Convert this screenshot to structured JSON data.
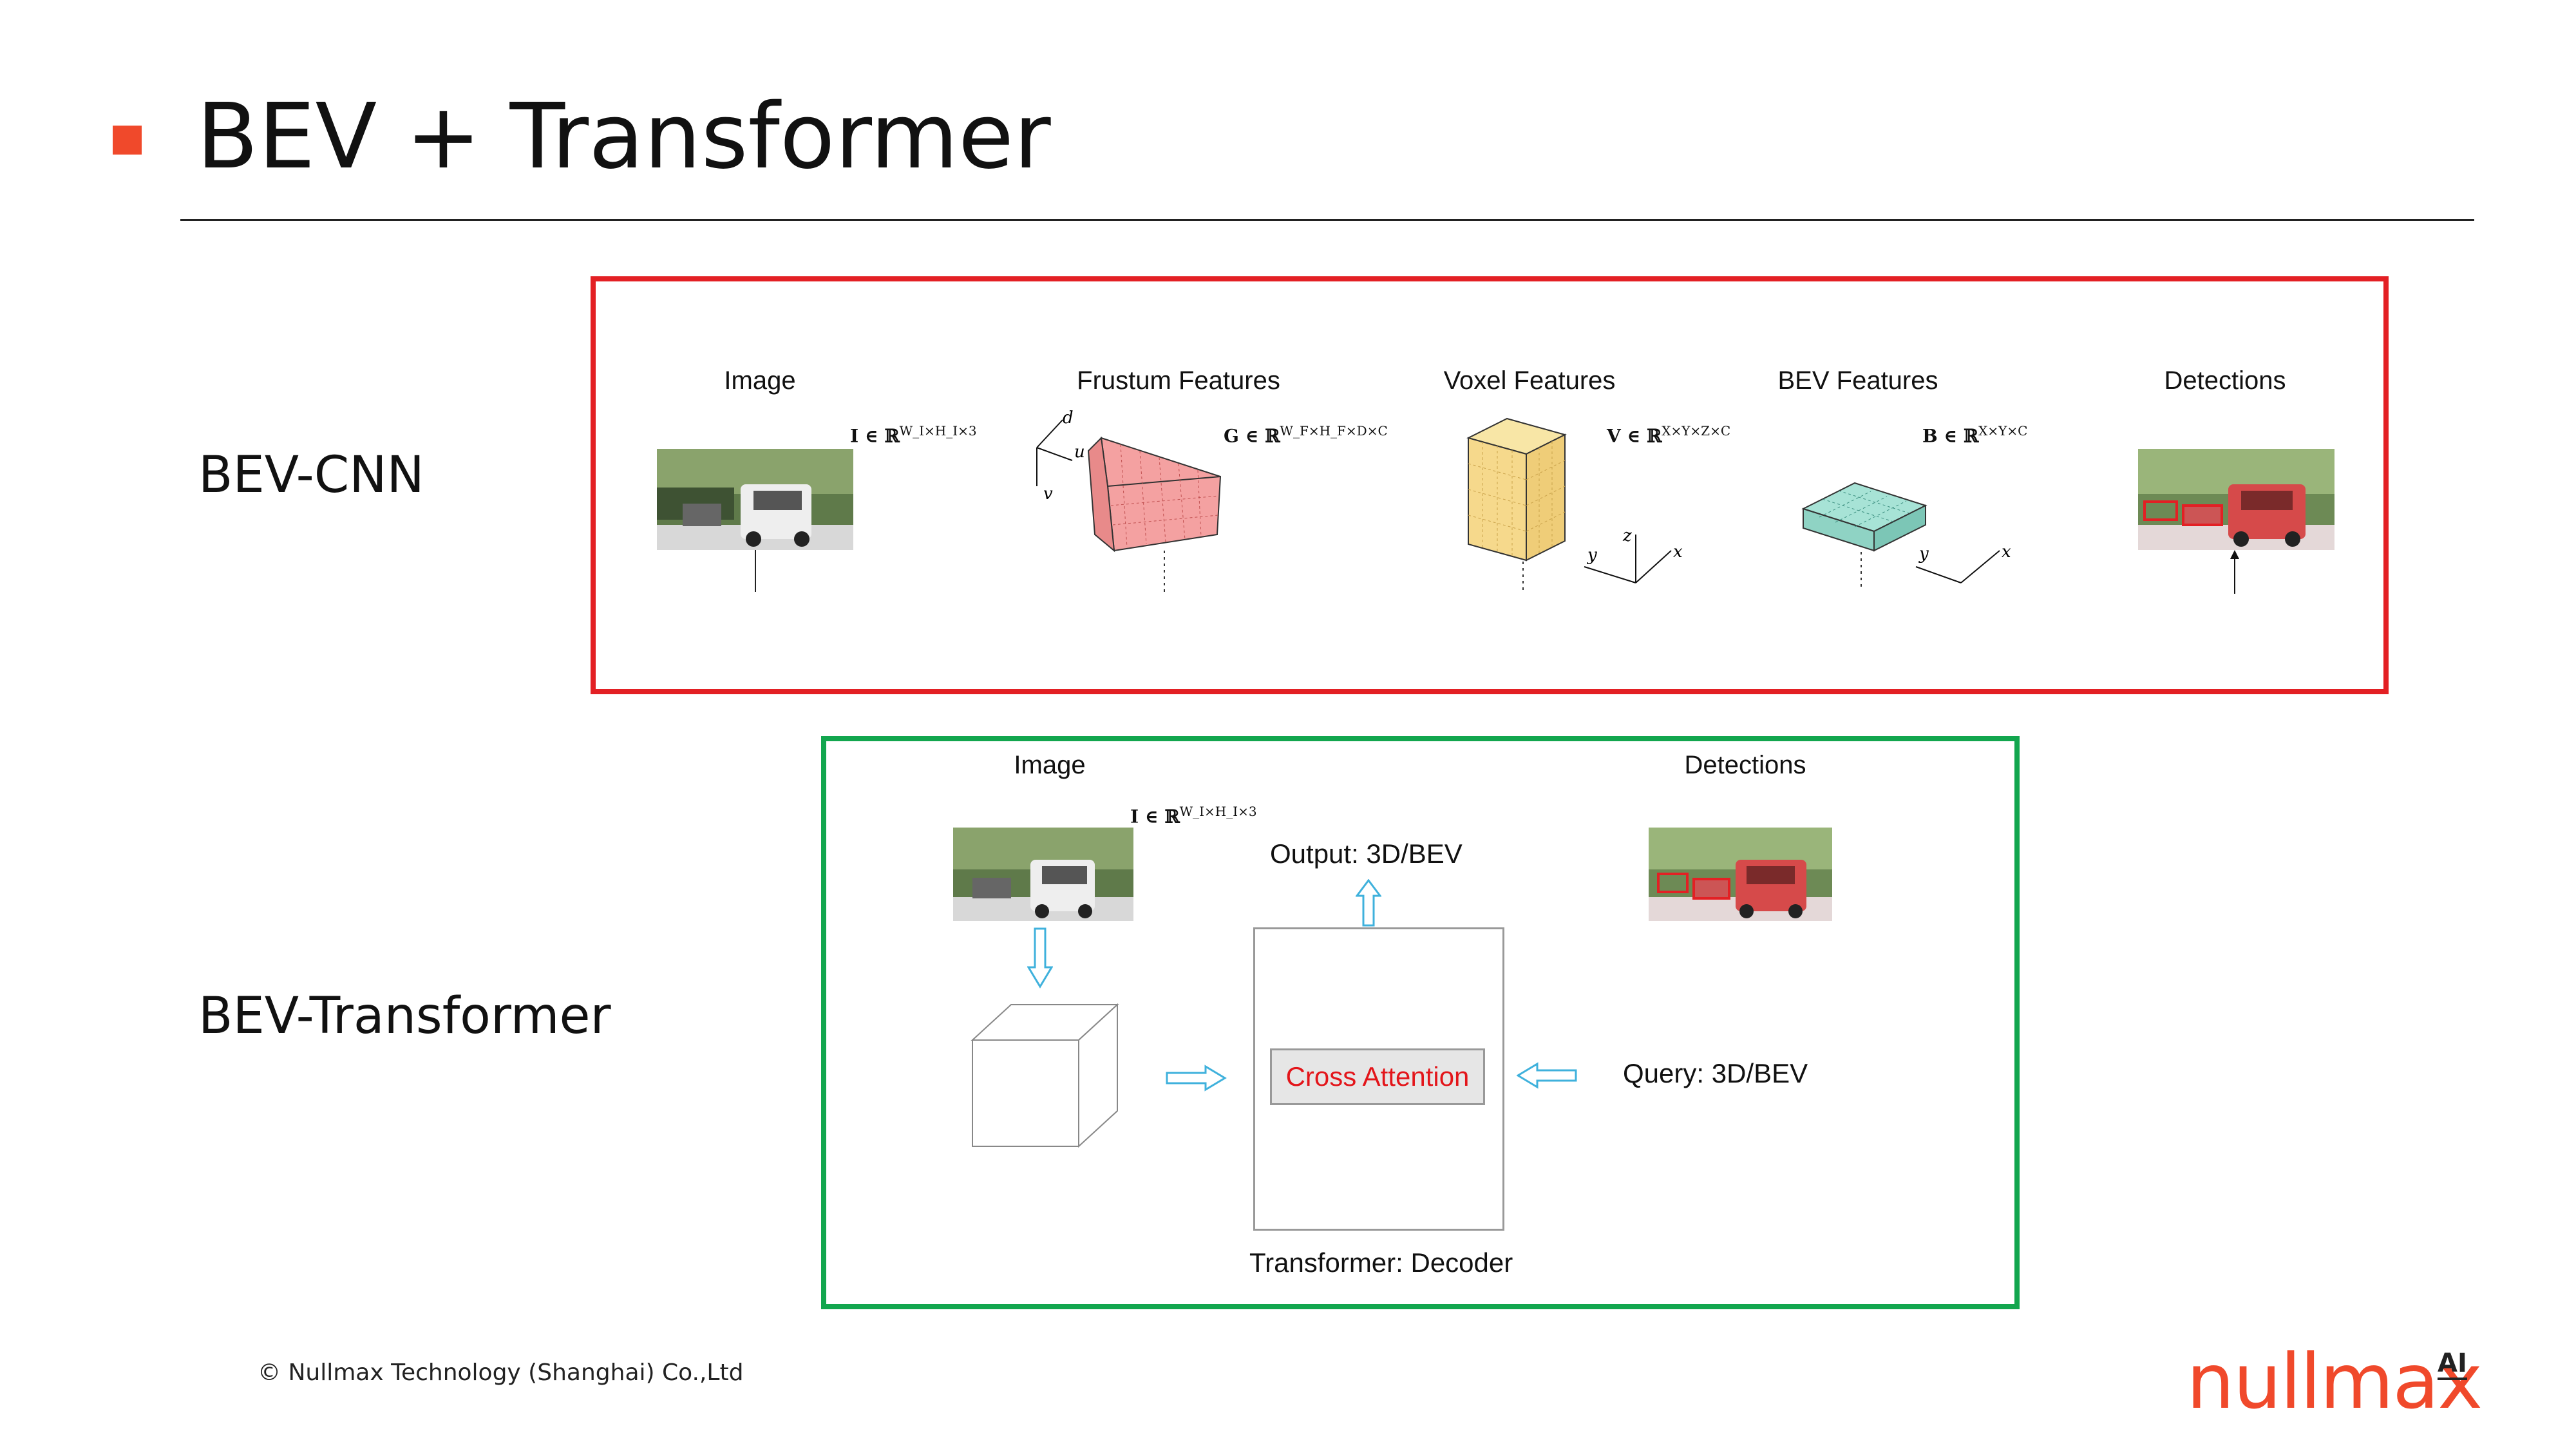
{
  "title": "BEV + Transformer",
  "colors": {
    "accent": "#f0492b",
    "cnn_frame": "#e32024",
    "transformer_frame": "#12a64e",
    "arrow": "#3fb1dc",
    "cross_attention_text": "#e3151a"
  },
  "rows": {
    "cnn": "BEV-CNN",
    "transformer": "BEV-Transformer"
  },
  "cnn": {
    "stages": [
      {
        "label": "Image",
        "math": "I ∈ ℝ",
        "sup": "W_I×H_I×3"
      },
      {
        "label": "Frustum Features",
        "math": "G ∈ ℝ",
        "sup": "W_F×H_F×D×C",
        "axes": [
          "d",
          "u",
          "v"
        ]
      },
      {
        "label": "Voxel Features",
        "math": "V ∈ ℝ",
        "sup": "X×Y×Z×C",
        "axes": [
          "z",
          "y",
          "x"
        ]
      },
      {
        "label": "BEV Features",
        "math": "B ∈ ℝ",
        "sup": "X×Y×C",
        "axes": [
          "y",
          "x"
        ]
      },
      {
        "label": "Detections"
      }
    ]
  },
  "transformer": {
    "image_label": "Image",
    "image_math": "I ∈ ℝ",
    "image_sup": "W_I×H_I×3",
    "detections_label": "Detections",
    "output_label": "Output: 3D/BEV",
    "cross_attention": "Cross Attention",
    "query_label": "Query: 3D/BEV",
    "decoder_label": "Transformer: Decoder"
  },
  "footer": {
    "copyright_symbol": "©",
    "text": "Nullmax Technology (Shanghai) Co.,Ltd"
  },
  "logo": {
    "text": "nullmax",
    "suffix": "AI"
  }
}
